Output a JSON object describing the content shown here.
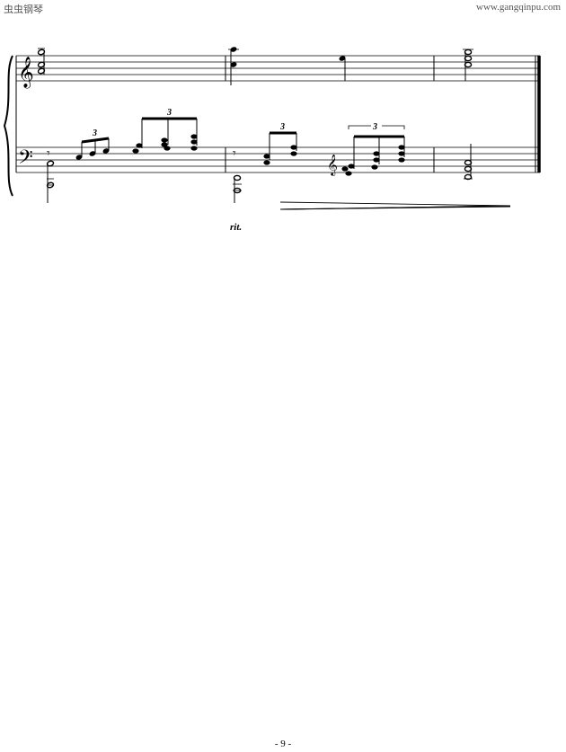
{
  "header": {
    "left_text": "虫虫钢琴",
    "right_text": "www.gangqinpu.com"
  },
  "score": {
    "tuplet_number": "3",
    "tempo_mark": "rit.",
    "ledger_note": "",
    "instrument_label": ""
  },
  "footer": {
    "page_number": "- 9 -"
  }
}
